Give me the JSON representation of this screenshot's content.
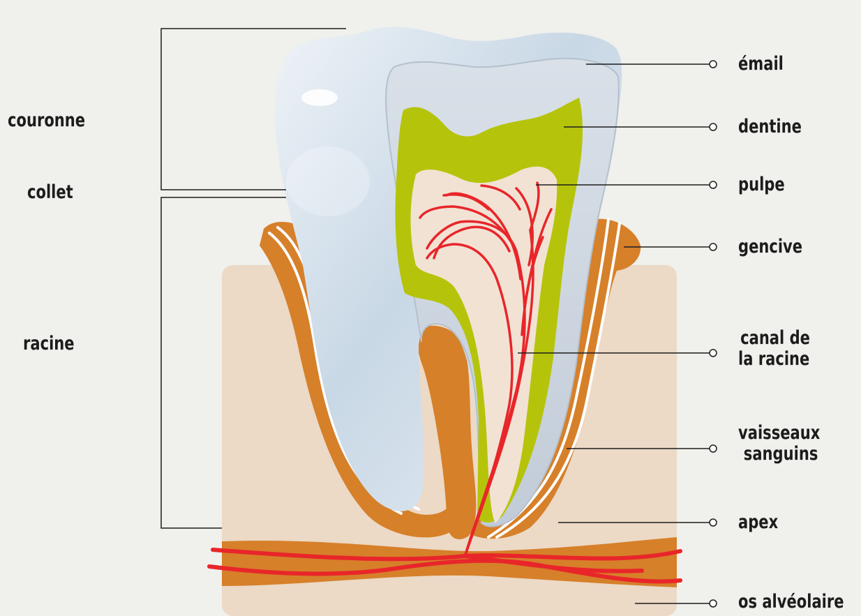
{
  "left_labels": {
    "couronne": "couronne",
    "collet": "collet",
    "racine": "racine"
  },
  "right_labels": {
    "email": "émail",
    "dentine": "dentine",
    "pulpe": "pulpe",
    "gencive": "gencive",
    "canal_line1": "canal de",
    "canal_line2": "la racine",
    "vaisseaux_line1": "vaisseaux",
    "vaisseaux_line2": "sanguins",
    "apex": "apex",
    "os": "os alvéolaire"
  },
  "colors": {
    "background": "#f0f0ec",
    "bone": "#ecd9c6",
    "gum": "#d6802a",
    "enamel": "#d4e0ea",
    "dentine": "#b5c40a",
    "pulp": "#f2e2d4",
    "vessels": "#e8262a",
    "lines": "#1c1c1c"
  }
}
